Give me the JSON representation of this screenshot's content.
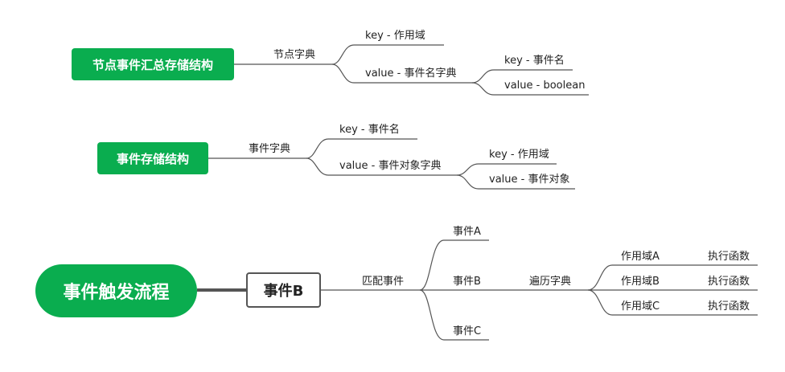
{
  "diagram1": {
    "root": "节点事件汇总存储结构",
    "branch": "节点字典",
    "key": "key - 作用域",
    "value": "value - 事件名字典",
    "sub_key": "key - 事件名",
    "sub_value": "value - boolean"
  },
  "diagram2": {
    "root": "事件存储结构",
    "branch": "事件字典",
    "key": "key - 事件名",
    "value": "value - 事件对象字典",
    "sub_key": "key - 作用域",
    "sub_value": "value - 事件对象"
  },
  "diagram3": {
    "root": "事件触发流程",
    "event": "事件B",
    "match": "匹配事件",
    "events": [
      "事件A",
      "事件B",
      "事件C"
    ],
    "traverse": "遍历字典",
    "scopes": [
      "作用域A",
      "作用域B",
      "作用域C"
    ],
    "exec": [
      "执行函数",
      "执行函数",
      "执行函数"
    ]
  },
  "colors": {
    "green": "#0aad4f",
    "line": "#555555"
  }
}
